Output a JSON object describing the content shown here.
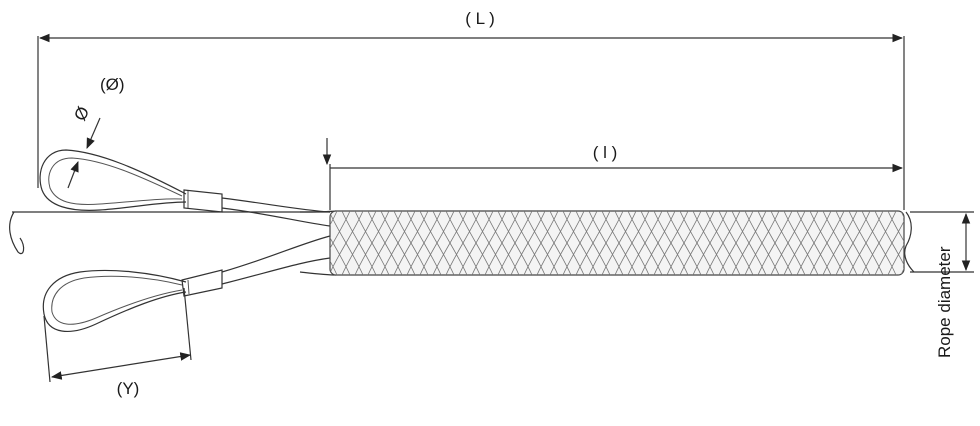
{
  "labels": {
    "overall_length": "( L )",
    "grip_length": "( l )",
    "eye_diameter": "(Ø)",
    "eye_diameter_symbol": "Ø",
    "eye_length": "(Y)",
    "rope_diameter": "Rope diameter"
  }
}
